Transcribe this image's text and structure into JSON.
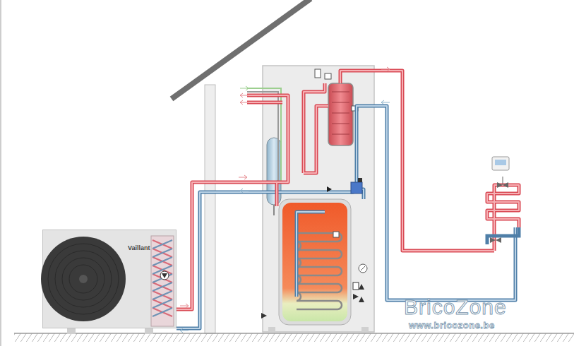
{
  "diagram": {
    "nodes": [
      {
        "text": [
          "Vaillant"
        ]
      }
    ],
    "labels": [
      "BricoZone",
      "www.bricozone.be"
    ]
  }
}
